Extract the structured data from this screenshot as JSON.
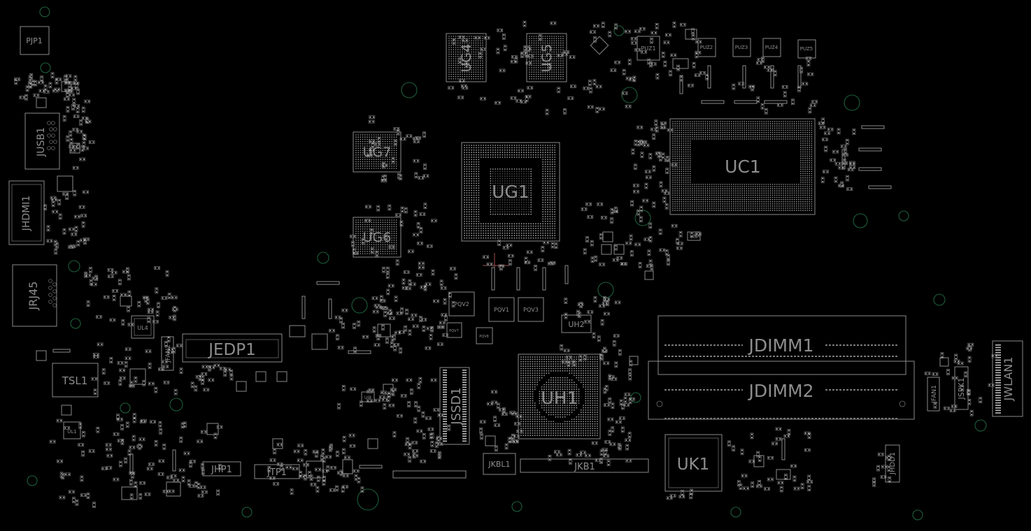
{
  "colors": {
    "background": "#000000",
    "outline": "#8a8a8a",
    "pad": "#bdbdbd",
    "label": "#8d8d8d",
    "mounting_hole": "#1e5e3a"
  },
  "components": {
    "PJP1": "PJP1",
    "JUSB1": "JUSB1",
    "JHDMI1": "JHDMI1",
    "JRJ45": "JRJ45",
    "UL4": "UL4",
    "TSL1": "TSL1",
    "UL1": "UL1",
    "JFAN2": "JFAN2",
    "JEDP1": "JEDP1",
    "JHP1": "JHP1",
    "JTP1": "JTP1",
    "UG4": "UG4",
    "UG5": "UG5",
    "UG7": "UG7",
    "UG6": "UG6",
    "UG1": "UG1",
    "UC1": "UC1",
    "PUZ1": "PUZ1",
    "PUZ2": "PUZ2",
    "PUZ3": "PUZ3",
    "PUZ4": "PUZ4",
    "PUZ5": "PUZ5",
    "PQV1": "PQV1",
    "PQV2": "PQV2",
    "PQV3": "PQV3",
    "PQV7": "PQV7",
    "PQV8": "PQV8",
    "UH2": "UH2",
    "UH1": "UH1",
    "JSSD1": "JSSD1",
    "UI8": "UI8",
    "JKBL1": "JKBL1",
    "JKB1": "JKB1",
    "UK1": "UK1",
    "JDIMM1": "JDIMM1",
    "JDIMM2": "JDIMM2",
    "JFAN1": "JFAN1",
    "JSPK1": "JSPK1",
    "JWLAN1": "JWLAN1",
    "JHDD1": "JHDD1",
    "UC8": "UC8"
  }
}
